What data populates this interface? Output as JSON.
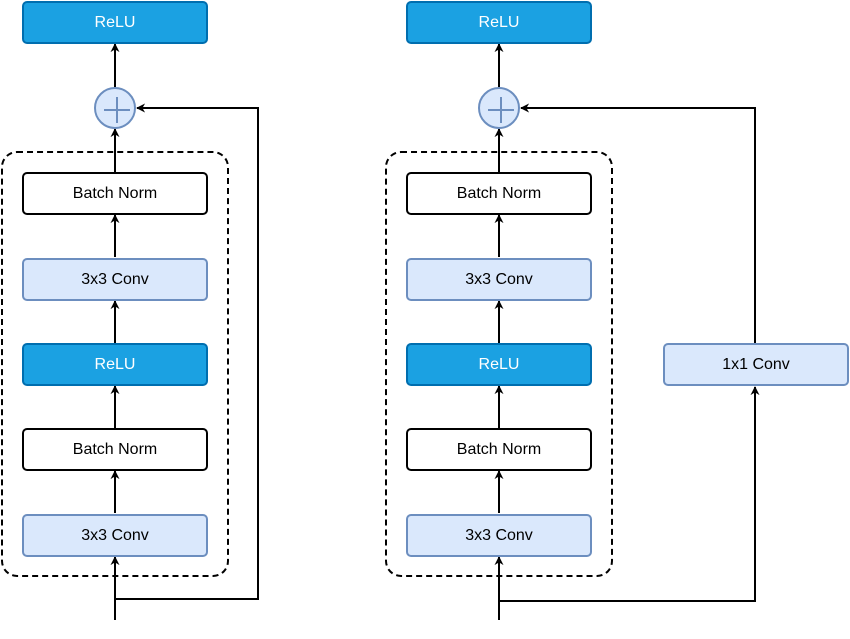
{
  "left_block": {
    "output_relu": "ReLU",
    "layers": [
      "Batch Norm",
      "3x3 Conv",
      "ReLU",
      "Batch Norm",
      "3x3 Conv"
    ]
  },
  "right_block": {
    "output_relu": "ReLU",
    "layers": [
      "Batch Norm",
      "3x3 Conv",
      "ReLU",
      "Batch Norm",
      "3x3 Conv"
    ],
    "shortcut": "1x1 Conv"
  },
  "colors": {
    "relu_fill": "#1ba1e2",
    "relu_stroke": "#006eaf",
    "conv_fill": "#dae8fc",
    "conv_stroke": "#6c8ebf",
    "norm_fill": "#ffffff",
    "line": "#000000"
  }
}
